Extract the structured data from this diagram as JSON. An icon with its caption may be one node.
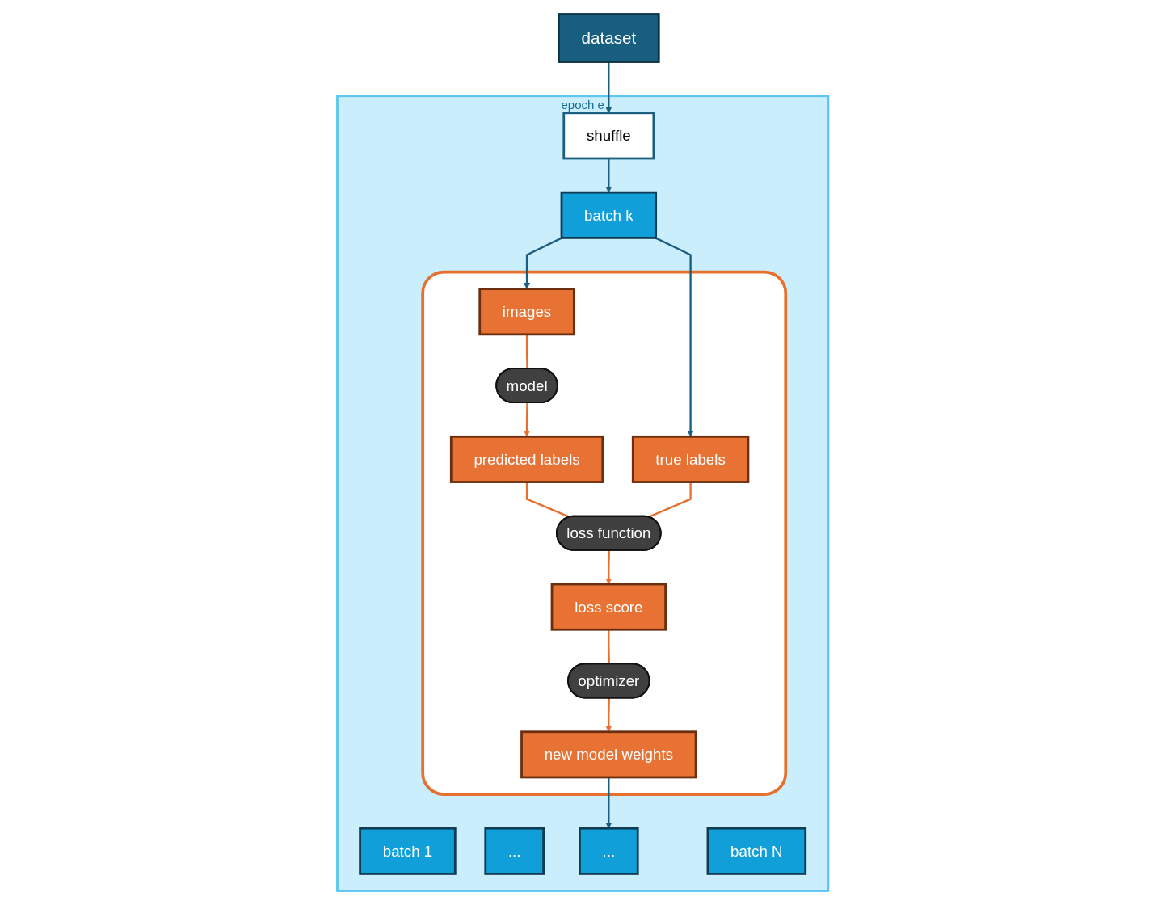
{
  "diagram": {
    "nodes": [
      {
        "text": [
          "dataset"
        ]
      },
      {
        "text": [
          "epoch e"
        ]
      },
      {
        "text": [
          "shuffle"
        ],
        "in": 1
      },
      {
        "text": [
          "batch 1"
        ],
        "in": 1
      },
      {
        "text": [
          "..."
        ],
        "in": 1
      },
      {
        "text": [
          "batch k"
        ],
        "in": 1
      },
      {
        "text": [
          "..."
        ],
        "in": 1
      },
      {
        "text": [
          "batch N"
        ],
        "in": 1
      },
      {
        "text": [],
        "shape": "box",
        "in": 1
      },
      {
        "text": [
          "images"
        ],
        "in": 8
      },
      {
        "text": [
          "model"
        ],
        "in": 8
      },
      {
        "text": [
          "predicted labels"
        ],
        "in": 8
      },
      {
        "text": [
          "true labels"
        ],
        "in": 8
      },
      {
        "text": [
          "loss function"
        ],
        "in": 8
      },
      {
        "text": [
          "loss score"
        ],
        "in": 8
      },
      {
        "text": [
          "optimizer"
        ],
        "in": 8
      },
      {
        "text": [
          "new model weights"
        ],
        "in": 8
      }
    ],
    "edges": [
      {
        "from": 0,
        "to": 2,
        "arrow": "to",
        "color": "#1a5e80"
      },
      {
        "from": 2,
        "to": 5,
        "arrow": "to",
        "color": "#1a5e80"
      },
      {
        "from": 5,
        "to": 9,
        "arrow": "to",
        "color": "#1a5e80"
      },
      {
        "from": 5,
        "to": 12,
        "arrow": "to",
        "color": "#1a5e80"
      },
      {
        "from": 9,
        "to": 10,
        "arrow": "none"
      },
      {
        "from": 10,
        "to": 11,
        "arrow": "to"
      },
      {
        "from": 11,
        "to": 13,
        "arrow": "none"
      },
      {
        "from": 12,
        "to": 13,
        "arrow": "none"
      },
      {
        "from": 13,
        "to": 14,
        "arrow": "to"
      },
      {
        "from": 14,
        "to": 15,
        "arrow": "none"
      },
      {
        "from": 15,
        "to": 16,
        "arrow": "to"
      },
      {
        "from": 16,
        "to": 6,
        "arrow": "to",
        "color": "#1a5e80"
      }
    ]
  }
}
